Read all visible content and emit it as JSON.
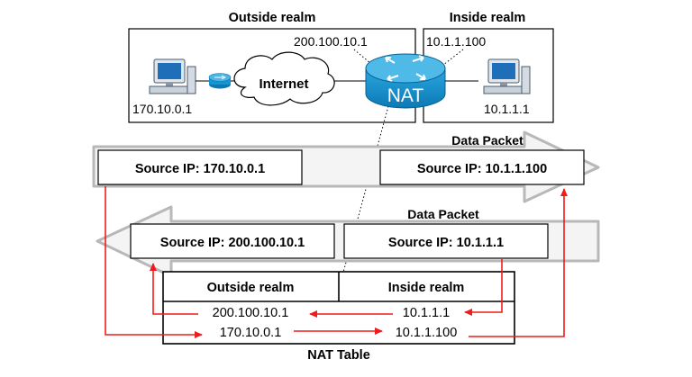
{
  "realms": {
    "outside_title": "Outside realm",
    "inside_title": "Inside realm",
    "nat_public_ip": "200.100.10.1",
    "inside_router_ip": "10.1.1.100",
    "outside_host_ip": "170.10.0.1",
    "inside_host_ip": "10.1.1.1",
    "cloud_label": "Internet",
    "router_label": "NAT"
  },
  "packets": {
    "top": {
      "label": "Data Packet",
      "left_box": "Source IP: 170.10.0.1",
      "right_box": "Source IP: 10.1.1.100"
    },
    "bottom": {
      "label": "Data Packet",
      "left_box": "Source IP: 200.100.10.1",
      "right_box": "Source IP: 10.1.1.1"
    }
  },
  "nat_table": {
    "caption": "NAT Table",
    "headers": [
      "Outside realm",
      "Inside realm"
    ],
    "rows": [
      [
        "200.100.10.1",
        "10.1.1.1"
      ],
      [
        "170.10.0.1",
        "10.1.1.100"
      ]
    ]
  },
  "colors": {
    "arrow_red": "#ee1c1c",
    "router_blue": "#1596d3",
    "packet_fill": "#f4f4f4",
    "packet_stroke": "#b8b8b8",
    "pc_blue": "#1e6fb8"
  }
}
